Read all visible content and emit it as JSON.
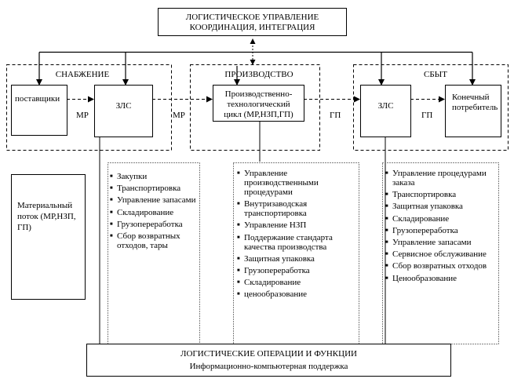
{
  "top_box": {
    "line1": "ЛОГИСТИЧЕСКОЕ УПРАВЛЕНИЕ",
    "line2": "КООРДИНАЦИЯ, ИНТЕГРАЦИЯ"
  },
  "sections": {
    "supply": {
      "title": "СНАБЖЕНИЕ",
      "suppliers": "поставщики",
      "zls": "ЗЛС"
    },
    "production": {
      "title": "ПРОИЗВОДСТВО",
      "cycle_line1": "Производственно-",
      "cycle_line2": "технологический",
      "cycle_line3": "цикл (МР,НЗП,ГП)"
    },
    "sales": {
      "title": "СБЫТ",
      "zls": "ЗЛС",
      "consumer_line1": "Конечный",
      "consumer_line2": "потребитель"
    }
  },
  "flow_labels": {
    "mr1": "МР",
    "mr2": "МР",
    "gp1": "ГП",
    "gp2": "ГП"
  },
  "legend": {
    "line1": "Материальный",
    "line2": "поток (МР,НЗП,",
    "line3": "ГП)"
  },
  "functions": {
    "supply": [
      "Закупки",
      "Транспортировка",
      "Управление запасами",
      "Складирование",
      "Грузопереработка",
      "Сбор возвратных отходов, тары"
    ],
    "production": [
      "Управление производственными процедурами",
      "Внутризаводская транспортировка",
      "Управление НЗП",
      "Поддержание стандарта качества производства",
      "Защитная упаковка",
      "Грузопереработка",
      "Складирование",
      "ценообразование"
    ],
    "sales": [
      "Управление процедурами заказа",
      "Транспортировка",
      "Защитная упаковка",
      "Складирование",
      "Грузопереработка",
      "Управление запасами",
      "Сервисное обслуживание",
      "Сбор возвратных отходов",
      "Ценообразование"
    ]
  },
  "bottom_box": {
    "line1": "ЛОГИСТИЧЕСКИЕ ОПЕРАЦИИ И ФУНКЦИИ",
    "line2": "Информационно-компьютерная поддержка"
  }
}
